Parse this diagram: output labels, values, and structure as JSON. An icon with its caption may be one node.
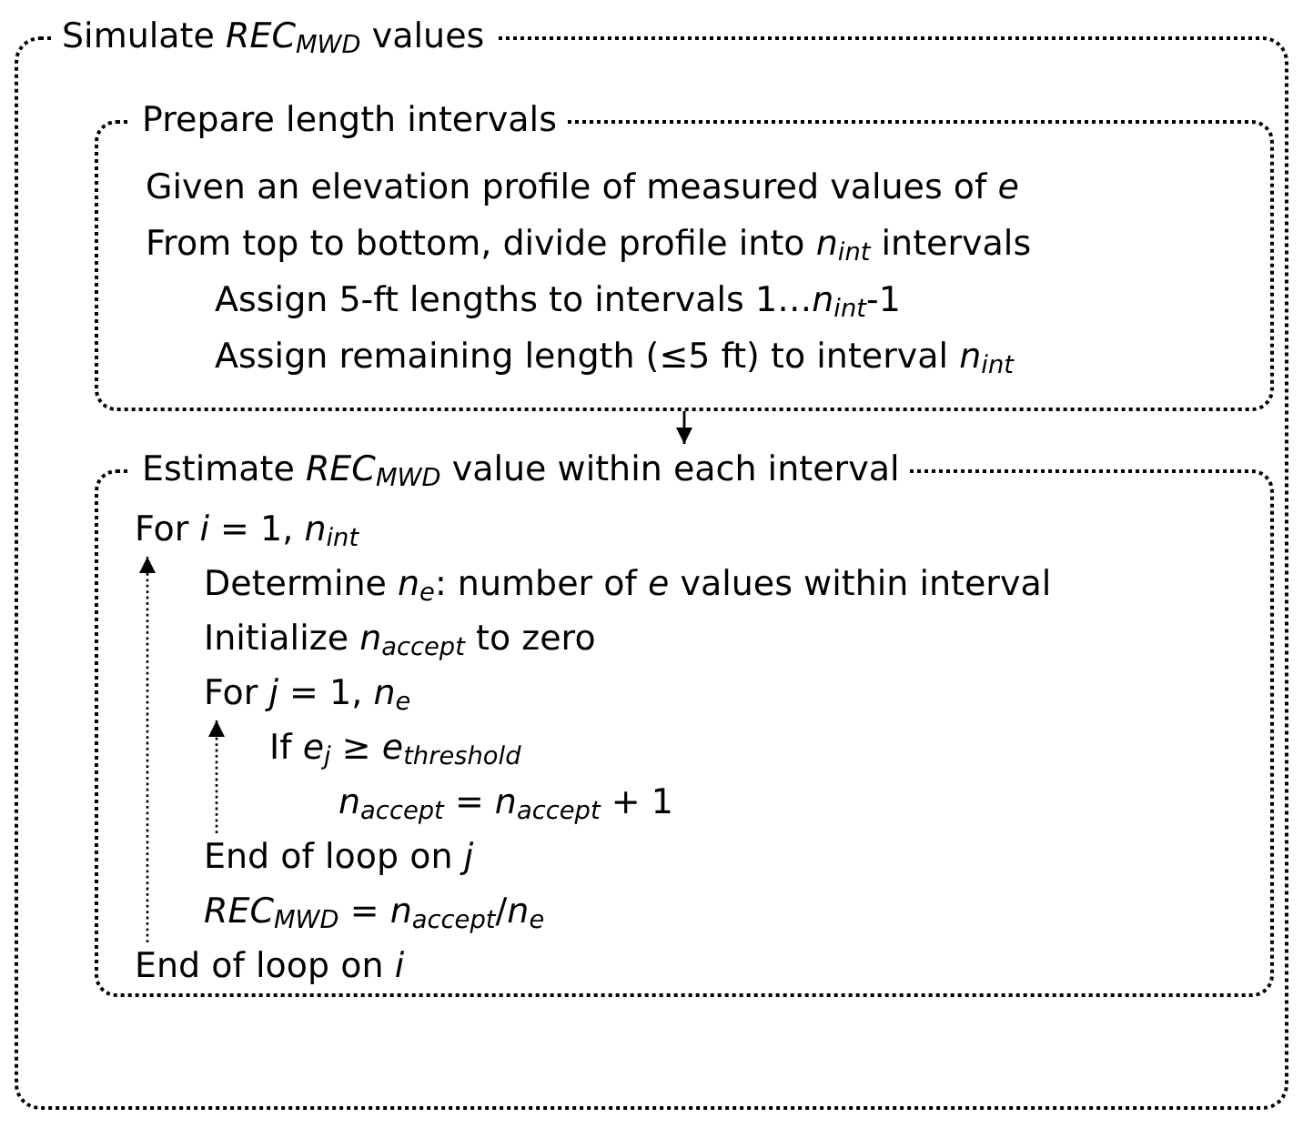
{
  "diagram": {
    "nodes": [
      {
        "text": [
          "Simulate *REC*$_{MWD}$ values"
        ]
      },
      {
        "text": [
          "Prepare length intervals",
          "Given an elevation profile of measured values of *e*",
          "From top to bottom, divide profile into *n*$_{int}$ intervals",
          "Assign 5-ft lengths to intervals 1…*n*$_{int}$-1",
          "Assign remaining length (≤5 ft) to interval *n*$_{int}$"
        ],
        "in": 0
      },
      {
        "text": [
          "Estimate *REC*$_{MWD}$ value within each interval",
          "Determine *n*$_{e}$: number of *e* values within interval",
          "Initialize *n*$_{accept}$ to zero",
          "If *e*$_{j}$ ≥ *e*$_{threshold}$",
          "*n*$_{accept}$ = *n*$_{accept}$ + 1",
          "*REC*$_{MWD}$ = *n*$_{accept}$/*n*$_{e}$"
        ],
        "in": 0
      },
      {
        "text": [
          "For *i* = 1, *n*$_{int}$"
        ],
        "in": 2
      },
      {
        "text": [
          "For *j* = 1, *n*$_{e}$"
        ],
        "in": 2
      },
      {
        "text": [
          "End of loop on *j*"
        ],
        "in": 2
      },
      {
        "text": [
          "End of loop on *i*"
        ],
        "in": 2
      }
    ],
    "edges": [
      {
        "from": 1,
        "to": 2,
        "arrow": "to"
      },
      {
        "from": 6,
        "to": 3,
        "arrow": "to",
        "style": "dashed"
      },
      {
        "from": 5,
        "to": 4,
        "arrow": "to",
        "style": "dashed"
      }
    ]
  }
}
